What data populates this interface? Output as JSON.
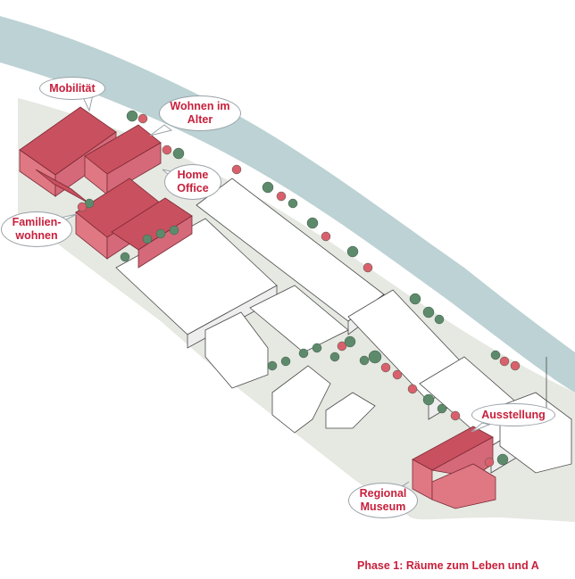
{
  "labels": {
    "mobilitaet": "Mobilität",
    "wohnen_im_alter": "Wohnen im\nAlter",
    "home_office": "Home\nOffice",
    "familienwohnen": "Familien-\nwohnen",
    "ausstellung": "Ausstellung",
    "regional_museum": "Regional\nMuseum"
  },
  "caption": "Phase 1: Räume zum Leben und A",
  "colors": {
    "river": "#bcd2d4",
    "ground": "#e6e8e2",
    "highlight_building": "#e07884",
    "highlight_roof": "#c9505f",
    "tree_green": "#5e8a6c",
    "tree_red": "#d9606c",
    "label_text": "#c8203c"
  }
}
